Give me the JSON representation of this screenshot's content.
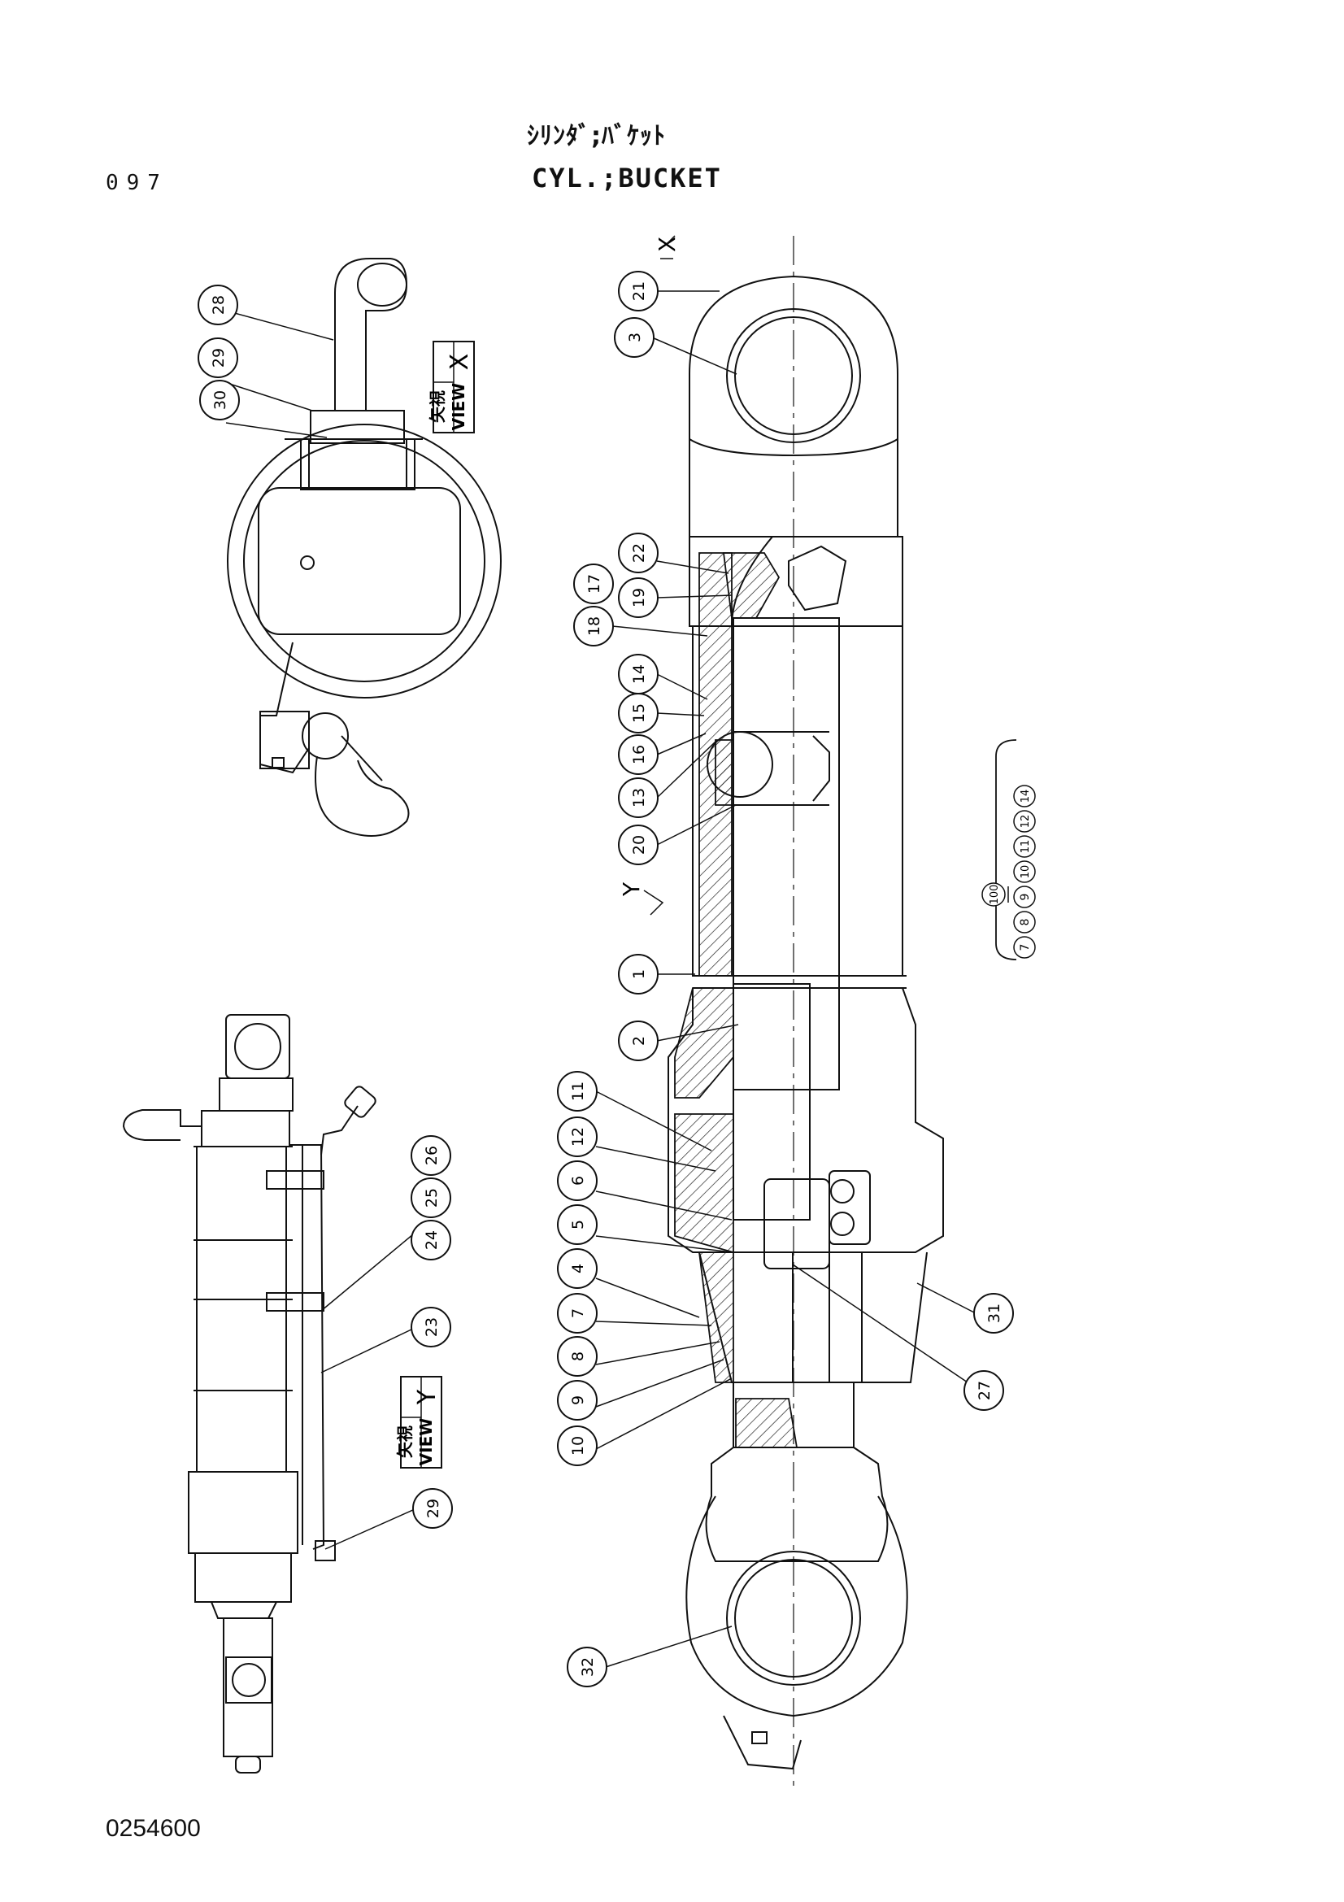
{
  "header": {
    "page_number": "097",
    "title_jp": "ｼﾘﾝﾀﾞ;ﾊﾞｹｯﾄ",
    "title_en": "CYL.;BUCKET"
  },
  "footer": {
    "drawing_number": "0254600"
  },
  "views": {
    "view_x": {
      "label": "矢視",
      "word": "VIEW",
      "letter": "X"
    },
    "view_y": {
      "label": "矢視",
      "word": "VIEW",
      "letter": "Y"
    },
    "section_mark_x": "X",
    "section_mark_y": "Y"
  },
  "callouts_view_x": [
    "28",
    "29",
    "30"
  ],
  "callouts_view_y": [
    "24",
    "25",
    "26",
    "23",
    "29"
  ],
  "callouts_main": [
    "21",
    "3",
    "22",
    "19",
    "18",
    "17",
    "14",
    "15",
    "16",
    "13",
    "20",
    "1",
    "2",
    "11",
    "12",
    "6",
    "5",
    "4",
    "7",
    "8",
    "9",
    "10",
    "31",
    "27",
    "32"
  ],
  "kit": {
    "number": "100",
    "parts": [
      "7",
      "8",
      "9",
      "10",
      "11",
      "12",
      "14"
    ]
  }
}
